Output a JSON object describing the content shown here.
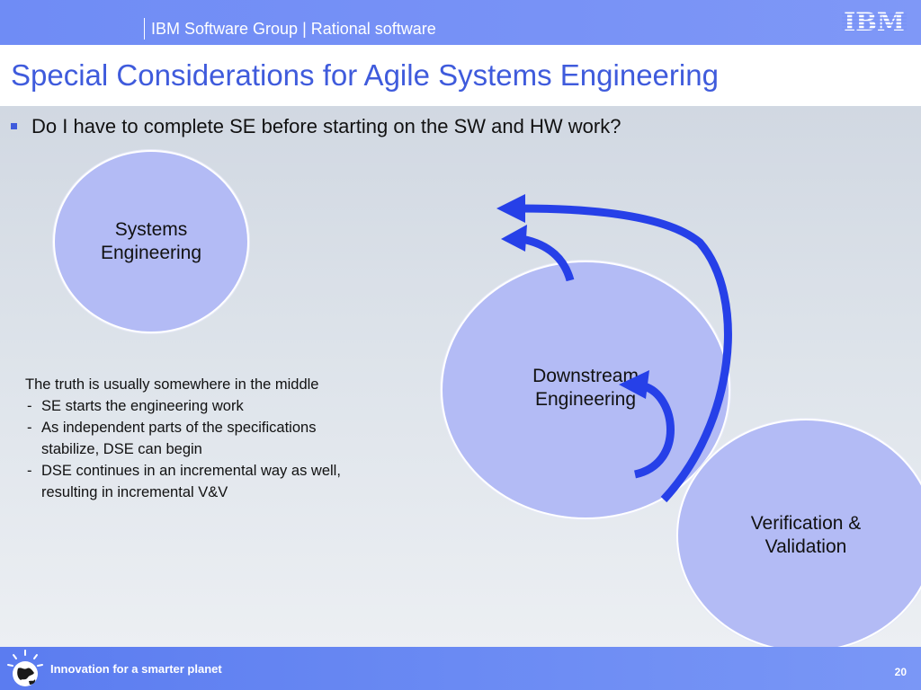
{
  "header": {
    "group": "IBM Software Group | Rational software",
    "logo": "IBM"
  },
  "slide": {
    "title": "Special Considerations for Agile Systems Engineering",
    "bullet": "Do I have to complete SE before starting on the SW and HW work?"
  },
  "circles": {
    "systems_engineering": "Systems\nEngineering",
    "downstream_engineering": "Downstream\nEngineering",
    "verification_validation": "Verification &\nValidation"
  },
  "notes": {
    "intro": "The truth is usually somewhere in the middle",
    "items": [
      "SE starts the engineering work",
      "As independent parts of the specifications stabilize, DSE can begin",
      "DSE continues in an incremental way as well, resulting in incremental V&V"
    ]
  },
  "footer": {
    "tagline": "Innovation for a smarter planet",
    "page": "20"
  },
  "colors": {
    "accent": "#3f5bdc",
    "arrow": "#2640e8",
    "circle_fill": "#b3bbf5"
  },
  "icons": [
    "ibm-logo-icon",
    "globe-icon",
    "bullet-square-icon",
    "curved-arrow-icon"
  ]
}
